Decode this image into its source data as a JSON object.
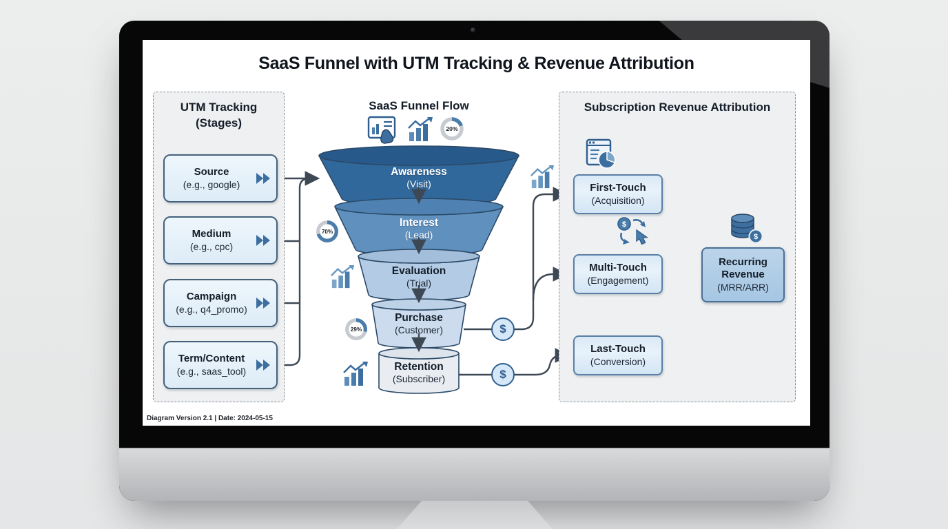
{
  "title": "SaaS Funnel with UTM Tracking & Revenue Attribution",
  "footer_note": "Diagram Version 2.1 | Date: 2024-05-15",
  "utm_panel": {
    "title_line1": "UTM Tracking",
    "title_line2": "(Stages)",
    "items": [
      {
        "label": "Source",
        "example": "(e.g., google)"
      },
      {
        "label": "Medium",
        "example": "(e.g., cpc)"
      },
      {
        "label": "Campaign",
        "example": "(e.g., q4_promo)"
      },
      {
        "label": "Term/Content",
        "example": "(e.g., saas_tool)"
      }
    ]
  },
  "funnel_panel": {
    "title": "SaaS Funnel Flow",
    "stages": [
      {
        "label": "Awareness",
        "sub": "(Visit)"
      },
      {
        "label": "Interest",
        "sub": "(Lead)"
      },
      {
        "label": "Evaluation",
        "sub": "(Trial)"
      },
      {
        "label": "Purchase",
        "sub": "(Customer)"
      },
      {
        "label": "Retention",
        "sub": "(Subscriber)"
      }
    ],
    "metrics": [
      {
        "label": "20%",
        "value": 20
      },
      {
        "label": "70%",
        "value": 70
      },
      {
        "label": "29%",
        "value": 29
      }
    ],
    "dollar_symbol": "$"
  },
  "attribution_panel": {
    "title": "Subscription Revenue Attribution",
    "nodes": [
      {
        "label": "First-Touch",
        "sub": "(Acquisition)"
      },
      {
        "label": "Multi-Touch",
        "sub": "(Engagement)"
      },
      {
        "label": "Last-Touch",
        "sub": "(Conversion)"
      }
    ],
    "result": {
      "label_line1": "Recurring",
      "label_line2": "Revenue",
      "sub": "(MRR/ARR)"
    }
  },
  "colors": {
    "accent": "#4b7dab",
    "accent_dark": "#2f5e8e",
    "connector": "#3d4854",
    "node_fill": "#e7f1f9",
    "node_border": "#44617c",
    "result_fill": "#aecbe6",
    "funnel_body": [
      "#31689c",
      "#5f90be",
      "#b3cbe4",
      "#ccdcee",
      "#e9edf2"
    ],
    "funnel_lid": [
      "#27598b",
      "#4f82b2",
      "#a3bedb",
      "#bdd2e7",
      "#dde4ec"
    ],
    "funnel_outline": "#2c4a68"
  }
}
